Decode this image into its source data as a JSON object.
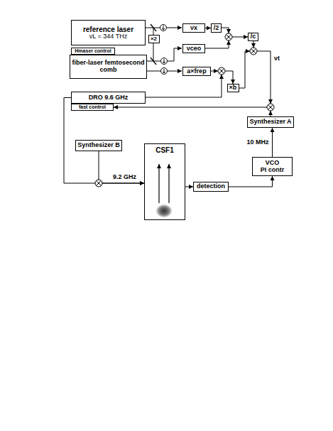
{
  "diagram": {
    "nodes": [
      {
        "text": [
          "reference laser",
          "νL = 344 THz"
        ]
      },
      {
        "text": [
          "Hmaser control"
        ]
      },
      {
        "text": [
          "fiber-laser femtosecond comb"
        ]
      },
      {
        "text": [
          "DRO 9.6 GHz"
        ]
      },
      {
        "text": [
          "fast control"
        ]
      },
      {
        "text": [
          "νx"
        ]
      },
      {
        "text": [
          "/2"
        ]
      },
      {
        "text": [
          "×2"
        ]
      },
      {
        "text": [
          "νceo"
        ]
      },
      {
        "text": [
          "a×frep"
        ]
      },
      {
        "text": [
          "/c"
        ]
      },
      {
        "text": [
          "×b"
        ]
      },
      {
        "text": [
          "Synthesizer A"
        ]
      },
      {
        "text": [
          "Synthesizer B"
        ]
      },
      {
        "text": [
          "CSF1"
        ]
      },
      {
        "text": [
          "detection"
        ]
      },
      {
        "text": [
          "VCO",
          "PI contr"
        ]
      }
    ],
    "edges": [
      {
        "from": 5,
        "to": 6,
        "arrow": "to"
      },
      {
        "from": 14,
        "to": 15,
        "arrow": "to"
      },
      {
        "from": 15,
        "to": 16,
        "arrow": "to"
      },
      {
        "from": 16,
        "to": 12,
        "label": "10 MHz",
        "arrow": "to"
      },
      {
        "from": 3,
        "to": 14,
        "arrow": "to"
      },
      {
        "from": 13,
        "to": 14,
        "arrow": "to"
      }
    ],
    "labels": [
      "νt",
      "9.2 GHz"
    ]
  }
}
